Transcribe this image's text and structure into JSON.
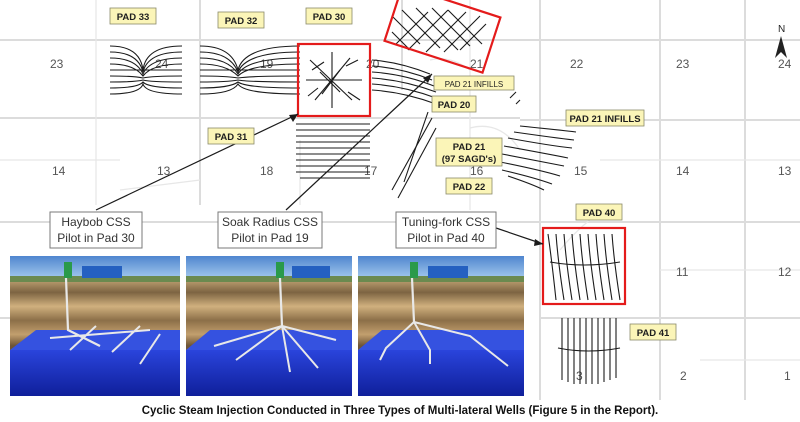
{
  "caption": "Cyclic Steam Injection Conducted in Three Types of Multi-lateral Wells (Figure 5 in the Report).",
  "north_label": "N",
  "pads": [
    {
      "id": "pad-33",
      "label": "PAD 33"
    },
    {
      "id": "pad-32",
      "label": "PAD 32"
    },
    {
      "id": "pad-30",
      "label": "PAD 30"
    },
    {
      "id": "pad-21-infills-a",
      "label": "PAD 21 INFILLS"
    },
    {
      "id": "pad-20",
      "label": "PAD 20"
    },
    {
      "id": "pad-21-infills-b",
      "label": "PAD 21 INFILLS"
    },
    {
      "id": "pad-31",
      "label": "PAD 31"
    },
    {
      "id": "pad-21",
      "label": "PAD 21",
      "sub": "(97 SAGD's)"
    },
    {
      "id": "pad-22",
      "label": "PAD 22"
    },
    {
      "id": "pad-40",
      "label": "PAD 40"
    },
    {
      "id": "pad-41",
      "label": "PAD 41"
    }
  ],
  "sections": [
    "23",
    "24",
    "19",
    "20",
    "21",
    "22",
    "23",
    "24",
    "14",
    "13",
    "18",
    "17",
    "16",
    "15",
    "14",
    "13",
    "11",
    "12",
    "3",
    "2",
    "1"
  ],
  "callouts": [
    {
      "line1": "Haybob CSS",
      "line2": "Pilot in Pad 30"
    },
    {
      "line1": "Soak Radius CSS",
      "line2": "Pilot in Pad 19"
    },
    {
      "line1": "Tuning-fork CSS",
      "line2": "Pilot in Pad 40"
    }
  ],
  "colors": {
    "pad_label_fill": "#fbf5b8",
    "highlight_box": "#e41b1b",
    "reservoir_blue": "#1f33c8",
    "sky": "#6a9fd8"
  }
}
